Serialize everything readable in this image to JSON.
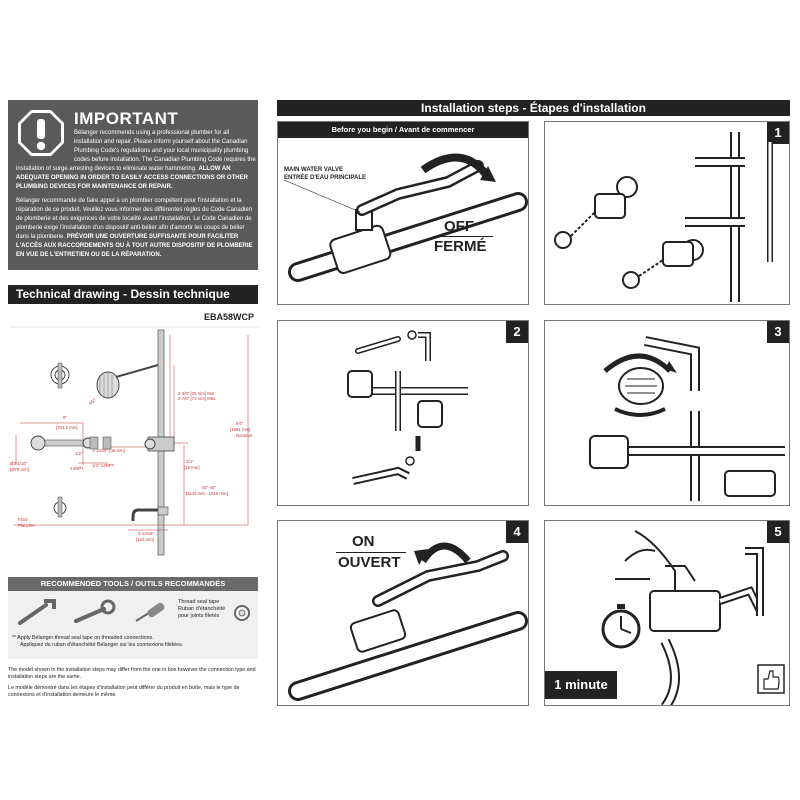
{
  "important": {
    "title": "IMPORTANT",
    "en_text": "Bélanger recommends using a professional plumber for all installation and repair. Please inform yourself about the Canadian Plumbing Code's regulations and your local municipality plumbing codes before installation. The Canadian Plumbing Code requires the",
    "en_text_cont": "installation of surge arresting devices to eliminate water hammering.",
    "en_bold": "ALLOW AN ADEQUATE OPENING IN ORDER TO EASILY ACCESS CONNECTIONS OR OTHER PLUMBING DEVICES FOR MAINTENANCE OR REPAIR.",
    "fr_text": "Bélanger recommande de faire appel à un plombier compétent pour l'installation et la réparation de ce produit. Veuillez vous informer des différentes règles du Code Canadien de plomberie et des exigences de votre localité avant l'installation. Le Code Canadien de plomberie exige l'installation d'un dispositif anti-bélier afin d'amortir les coups de bélier dans la plomberie.",
    "fr_bold": "PRÉVOIR UNE OUVERTURE SUFFISANTE POUR FACILITER L'ACCÈS AUX RACCORDEMENTS OU À TOUT AUTRE DISPOSITIF DE PLOMBERIE EN VUE DE L'ENTRETIEN OU DE LA RÉPARATION."
  },
  "technical": {
    "title": "Technical drawing - Dessin technique",
    "model": "EBA58WCP",
    "dims": {
      "d8": "8\"",
      "d8mm": "[203.2 mm]",
      "d3": "Ø3-1/16\"",
      "d3mm": "[Ø78 mm]",
      "npt_left": "1/2\"",
      "npt_left2": "-14NPT",
      "d113": "1-13/16\" [46 mm]",
      "npt_right": "1/2\"-14NPT",
      "d238": "2-3/8\" [25 mm] Min",
      "d278": "2-7/8\" [73 mm] Max",
      "d66": "6'6\"",
      "d66mm": "[1981 mm]",
      "nominal": "Nominal",
      "d34": "3/4\"",
      "d34mm": "[19 mm]",
      "d4548": "45\"-48\"",
      "d4548mm": "[1143 mm - 1219 mm]",
      "d4813": "4-13/16\"",
      "d4813mm": "[122 mm]",
      "floor1": "Floor",
      "floor2": "Plancher",
      "angle": "45°"
    }
  },
  "tools": {
    "title": "RECOMMENDED TOOLS / OUTILS RECOMMANDÉS",
    "tape_en": "Thread seal tape",
    "tape_fr1": "Ruban d'étanchéité",
    "tape_fr2": "pour joints filetés",
    "note_en": "** Apply Bélanger thread seal tape on threaded connections.",
    "note_fr": "Appliquez du ruban d'étanchéité Bélanger sur les connexions filetées."
  },
  "footnote": {
    "en": "The model shown in the installation steps may differ from the one in box however the connection type and installation steps are the same.",
    "fr": "Le modèle démontré dans les étapes d'installation peut différer du produit en boîte, mais le type de connexions et d'installation demeure le même."
  },
  "installation": {
    "title": "Installation steps - Étapes d'installation",
    "before": "Before you begin / Avant de commencer",
    "valve_en": "MAIN WATER VALVE",
    "valve_fr": "ENTRÉE D'EAU PRINCIPALE",
    "off": "OFF",
    "ferme": "FERMÉ",
    "on": "ON",
    "ouvert": "OUVERT",
    "time": "1 minute",
    "steps": [
      "1",
      "2",
      "3",
      "4",
      "5"
    ]
  }
}
